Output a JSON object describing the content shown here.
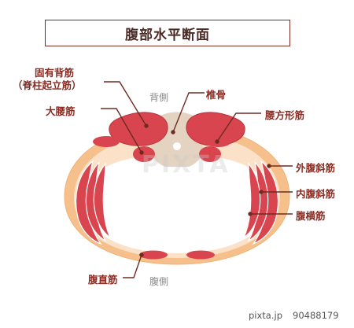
{
  "title": "腹部水平断面",
  "sides": {
    "back": "背側",
    "front": "腹側"
  },
  "labels": {
    "erector_line1": "固有背筋",
    "erector_line2": "（脊柱起立筋）",
    "psoas": "大腰筋",
    "vertebra": "椎骨",
    "quadratus": "腰方形筋",
    "external_oblique": "外腹斜筋",
    "internal_oblique": "内腹斜筋",
    "transversus": "腹横筋",
    "rectus": "腹直筋"
  },
  "watermark": "PIXTA",
  "footer": {
    "site": "pixta.jp",
    "image_id": "90488179"
  },
  "colors": {
    "muscle": "#d9454f",
    "muscle_dark": "#b8323b",
    "fat": "#f6c08c",
    "fat_light": "#fbe1c7",
    "bone": "#e3d3c0",
    "label": "#8a2b22",
    "leader": "#6e2b22"
  }
}
